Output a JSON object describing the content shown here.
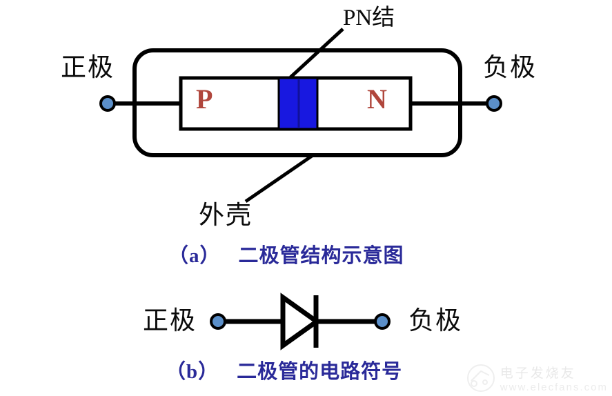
{
  "figure": {
    "title_top_label": "PN结",
    "shell_label": "外壳",
    "anode_label_a": "正极",
    "cathode_label_a": "负极",
    "p_region_letter": "P",
    "n_region_letter": "N",
    "anode_label_b": "正极",
    "cathode_label_b": "负极",
    "caption_a_tag": "（a）",
    "caption_a_text": "二极管结构示意图",
    "caption_b_tag": "（b）",
    "caption_b_text": "二极管的电路符号"
  },
  "colors": {
    "pn_junction_blue": "#1818e0",
    "terminal_dot_fill": "#5b8fc9",
    "terminal_dot_stroke": "#000000",
    "semiconductor_letter_red": "#b0463c",
    "caption_blue": "#2a2a99",
    "line_black": "#000000",
    "background": "#ffffff"
  },
  "watermark": {
    "brand_cn": "电子发烧友",
    "url": "www.elecfans.com"
  }
}
